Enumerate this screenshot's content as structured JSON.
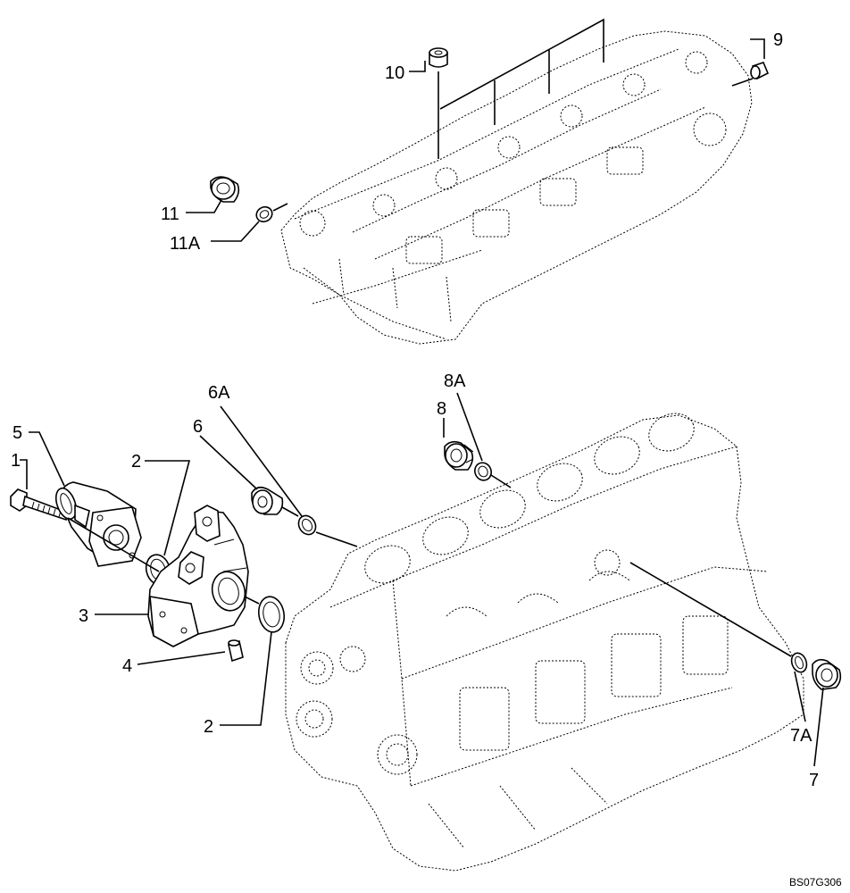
{
  "labels": {
    "l1": "1",
    "l2a": "2",
    "l2b": "2",
    "l3": "3",
    "l4": "4",
    "l5": "5",
    "l6": "6",
    "l6a": "6A",
    "l7": "7",
    "l7a": "7A",
    "l8": "8",
    "l8a": "8A",
    "l9": "9",
    "l10": "10",
    "l11": "11",
    "l11a": "11A"
  },
  "figure_code": "BS07G306"
}
